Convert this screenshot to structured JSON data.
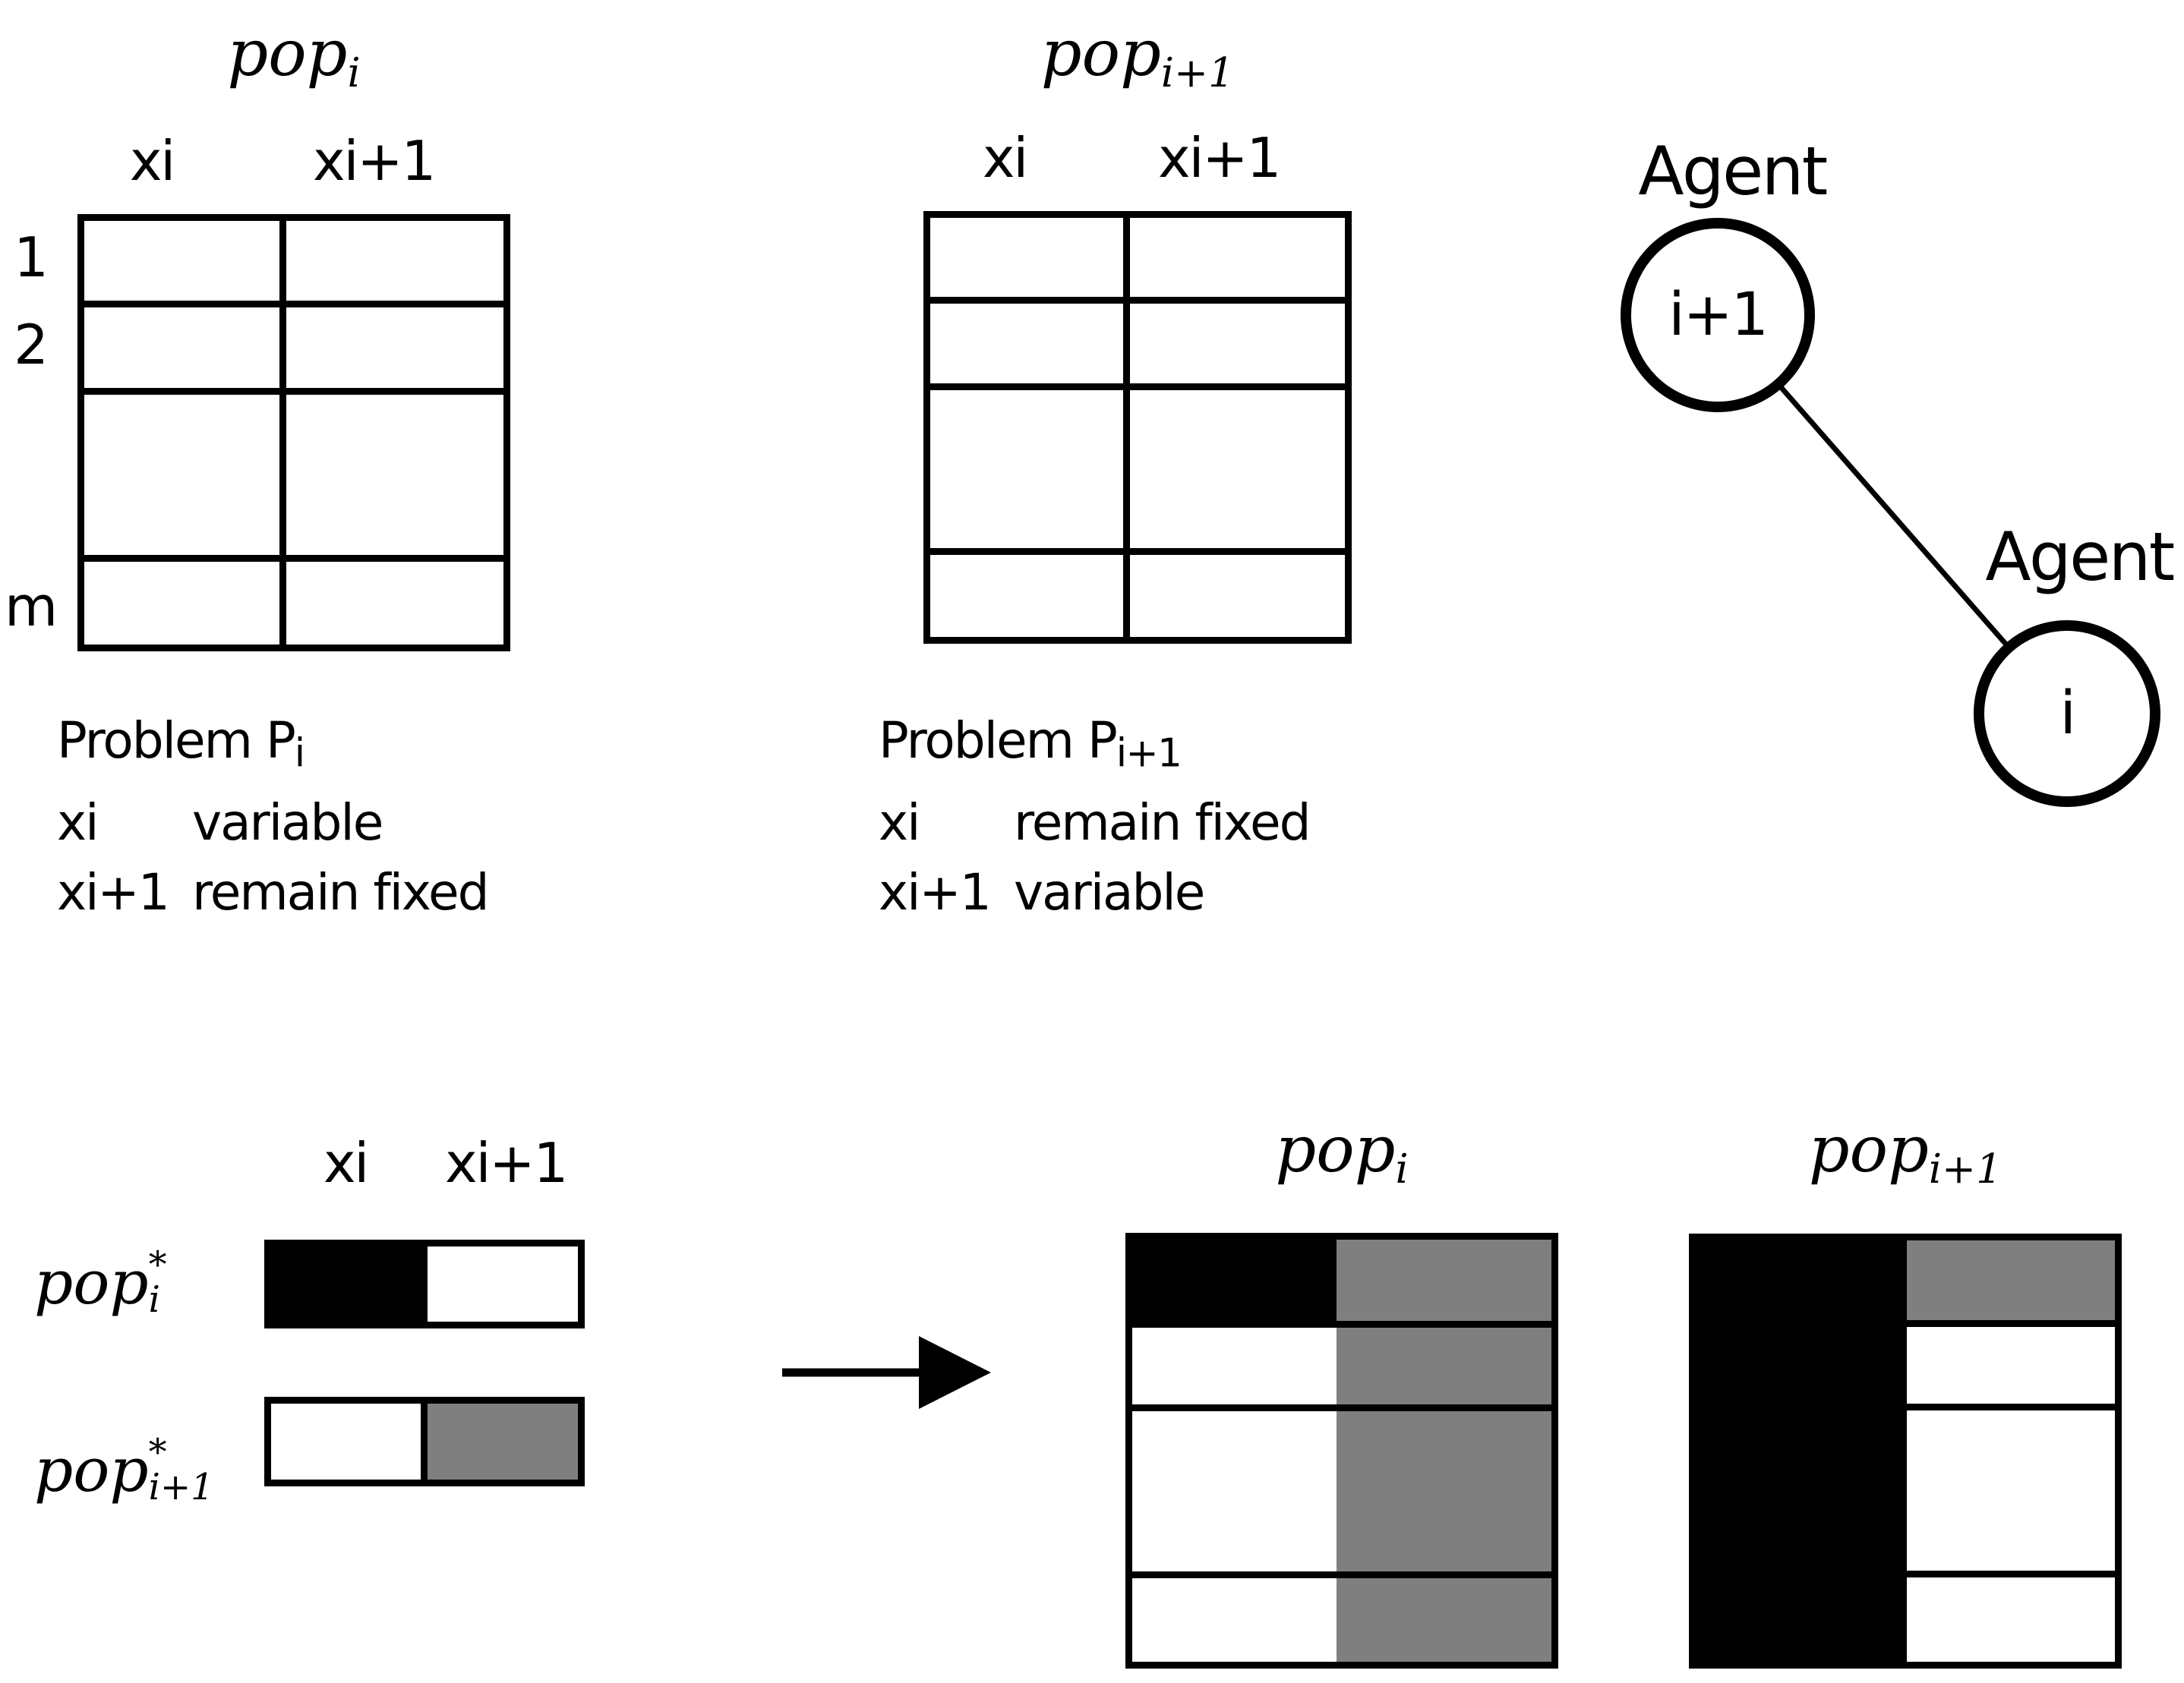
{
  "colors": {
    "black": "#000000",
    "gray": "#7f7f7f",
    "white": "#ffffff"
  },
  "top_left": {
    "title": {
      "base": "pop",
      "sub": "i"
    },
    "col_headers": [
      "xi",
      "xi+1"
    ],
    "row_labels": [
      "1",
      "2",
      "m"
    ],
    "cells": [
      [
        "white",
        "white"
      ],
      [
        "white",
        "white"
      ],
      [
        "white",
        "white"
      ],
      [
        "white",
        "white"
      ]
    ]
  },
  "top_mid": {
    "title": {
      "base": "pop",
      "sub": "i+1"
    },
    "col_headers": [
      "xi",
      "xi+1"
    ],
    "cells": [
      [
        "white",
        "white"
      ],
      [
        "white",
        "white"
      ],
      [
        "white",
        "white"
      ],
      [
        "white",
        "white"
      ]
    ]
  },
  "agents": {
    "top": {
      "label": "Agent",
      "node": "i+1"
    },
    "bottom": {
      "label": "Agent",
      "node": "i"
    }
  },
  "problems": {
    "left": {
      "title_base": "Problem P",
      "title_sub": "i",
      "rows": [
        {
          "name": "xi",
          "status": "variable"
        },
        {
          "name": "xi+1",
          "status": "remain fixed"
        }
      ]
    },
    "mid": {
      "title_base": "Problem P",
      "title_sub": "i+1",
      "rows": [
        {
          "name": "xi",
          "status": "remain fixed"
        },
        {
          "name": "xi+1",
          "status": "variable"
        }
      ]
    }
  },
  "bottom": {
    "col_headers": [
      "xi",
      "xi+1"
    ],
    "bars": [
      {
        "label_base": "pop",
        "label_sup": "*",
        "label_sub": "i",
        "cells": [
          [
            "black",
            "white"
          ]
        ]
      },
      {
        "label_base": "pop",
        "label_sup": "*",
        "label_sub": "i+1",
        "cells": [
          [
            "white",
            "gray"
          ]
        ]
      }
    ],
    "results": [
      {
        "title": {
          "base": "pop",
          "sub": "i"
        },
        "cells": [
          [
            "black",
            "gray"
          ],
          [
            "white",
            "gray"
          ],
          [
            "white",
            "gray"
          ],
          [
            "white",
            "gray"
          ]
        ]
      },
      {
        "title": {
          "base": "pop",
          "sub": "i+1"
        },
        "cells": [
          [
            "black",
            "gray"
          ],
          [
            "black",
            "white"
          ],
          [
            "black",
            "white"
          ],
          [
            "black",
            "white"
          ]
        ]
      }
    ]
  }
}
